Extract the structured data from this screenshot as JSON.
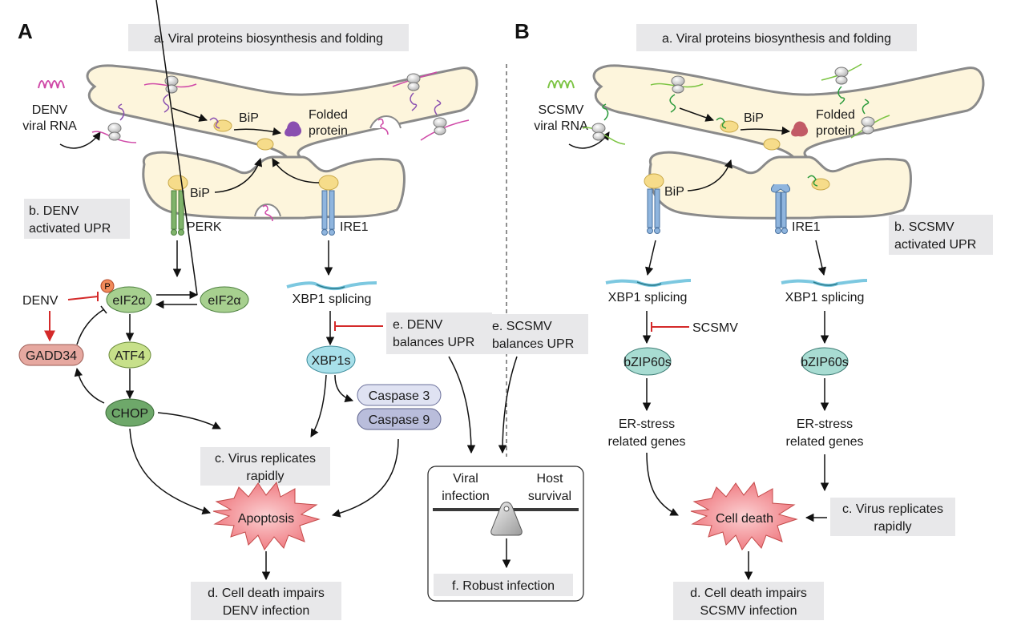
{
  "panels": {
    "A": {
      "letter": "A",
      "a_box": "a. Viral proteins biosynthesis and folding",
      "virus_rna_line1": "DENV",
      "virus_rna_line2": "viral RNA",
      "bip_top": "BiP",
      "folded_line1": "Folded",
      "folded_line2": "protein",
      "bip_lower": "BiP",
      "b_box_line1": "b. DENV",
      "b_box_line2": "activated UPR",
      "perk": "PERK",
      "ire1": "IRE1",
      "denv_inhibitor": "DENV",
      "p_badge": "P",
      "eif2a_p": "eIF2α",
      "eif2a": "eIF2α",
      "xbp1_splicing": "XBP1 splicing",
      "gadd34": "GADD34",
      "atf4": "ATF4",
      "chop": "CHOP",
      "xbp1s": "XBP1s",
      "caspase3": "Caspase 3",
      "caspase9": "Caspase 9",
      "e_box_line1": "e. DENV",
      "e_box_line2": "balances UPR",
      "c_box_line1": "c. Virus replicates",
      "c_box_line2": "rapidly",
      "apoptosis": "Apoptosis",
      "d_box_line1": "d. Cell death impairs",
      "d_box_line2": "DENV infection"
    },
    "balance": {
      "left_line1": "Viral",
      "left_line2": "infection",
      "right_line1": "Host",
      "right_line2": "survival",
      "f_box": "f. Robust infection"
    },
    "B": {
      "letter": "B",
      "a_box": "a. Viral proteins biosynthesis and folding",
      "virus_rna_line1": "SCSMV",
      "virus_rna_line2": "viral RNA",
      "bip_top": "BiP",
      "folded_line1": "Folded",
      "folded_line2": "protein",
      "bip_lower": "BiP",
      "ire1": "IRE1",
      "b_box_line1": "b. SCSMV",
      "b_box_line2": "activated UPR",
      "e_box_line1": "e. SCSMV",
      "e_box_line2": "balances UPR",
      "xbp1_left": "XBP1 splicing",
      "xbp1_right": "XBP1 splicing",
      "scsmv_inhibitor": "SCSMV",
      "bzip_left": "bZIP60s",
      "bzip_right": "bZIP60s",
      "er_left_line1": "ER-stress",
      "er_left_line2": "related genes",
      "er_right_line1": "ER-stress",
      "er_right_line2": "related genes",
      "cell_death": "Cell death",
      "c_box_line1": "c. Virus replicates",
      "c_box_line2": "rapidly",
      "d_box_line1": "d. Cell death impairs",
      "d_box_line2": "SCSMV infection"
    }
  },
  "colors": {
    "er_fill": "#fdf5dc",
    "er_stroke": "#8a8a8a",
    "label_box": "#e8e8ea",
    "inhibit_red": "#d42a2a",
    "denv_rna": "#d04aa8",
    "denv_protein": "#8a4fb0",
    "scsmv_rna": "#7cc443",
    "scsmv_protein": "#2a9a3a",
    "perk_green": "#7fb36a",
    "ire1_blue": "#8fb5de",
    "eif2a_green": "#a7d08f",
    "gadd34_red": "#e6a8a0",
    "atf4_green": "#c7e08a",
    "chop_green": "#6ea86a",
    "xbp1s_cyan": "#a8e0ea",
    "caspase3": "#dfe2f2",
    "caspase9": "#b9bddb",
    "bzip_teal": "#a8dcd2",
    "starburst": "#f0858a",
    "bip_yellow": "#f6dc8a"
  }
}
